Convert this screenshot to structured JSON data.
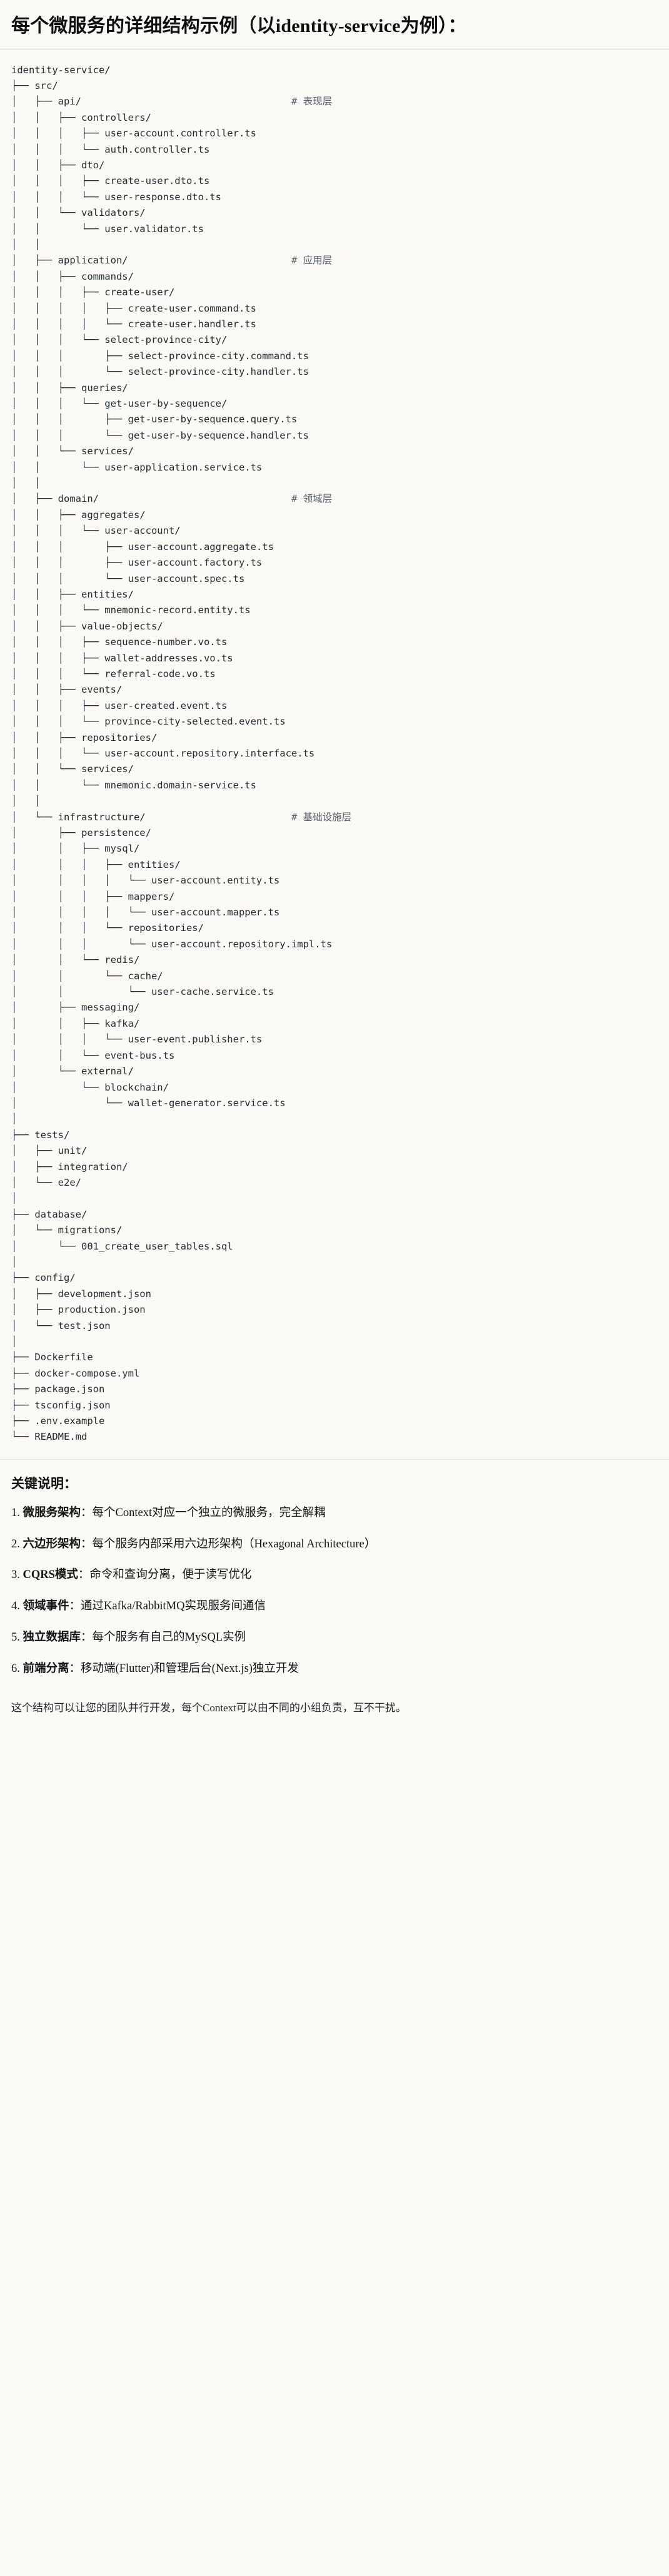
{
  "header": {
    "title": "每个微服务的详细结构示例（以identity-service为例）："
  },
  "tree": {
    "lines": [
      {
        "text": "identity-service/",
        "comment": ""
      },
      {
        "text": "├── src/",
        "comment": ""
      },
      {
        "text": "│   ├── api/",
        "comment": "# 表现层"
      },
      {
        "text": "│   │   ├── controllers/",
        "comment": ""
      },
      {
        "text": "│   │   │   ├── user-account.controller.ts",
        "comment": ""
      },
      {
        "text": "│   │   │   └── auth.controller.ts",
        "comment": ""
      },
      {
        "text": "│   │   ├── dto/",
        "comment": ""
      },
      {
        "text": "│   │   │   ├── create-user.dto.ts",
        "comment": ""
      },
      {
        "text": "│   │   │   └── user-response.dto.ts",
        "comment": ""
      },
      {
        "text": "│   │   └── validators/",
        "comment": ""
      },
      {
        "text": "│   │       └── user.validator.ts",
        "comment": ""
      },
      {
        "text": "│   │",
        "comment": ""
      },
      {
        "text": "│   ├── application/",
        "comment": "# 应用层"
      },
      {
        "text": "│   │   ├── commands/",
        "comment": ""
      },
      {
        "text": "│   │   │   ├── create-user/",
        "comment": ""
      },
      {
        "text": "│   │   │   │   ├── create-user.command.ts",
        "comment": ""
      },
      {
        "text": "│   │   │   │   └── create-user.handler.ts",
        "comment": ""
      },
      {
        "text": "│   │   │   └── select-province-city/",
        "comment": ""
      },
      {
        "text": "│   │   │       ├── select-province-city.command.ts",
        "comment": ""
      },
      {
        "text": "│   │   │       └── select-province-city.handler.ts",
        "comment": ""
      },
      {
        "text": "│   │   ├── queries/",
        "comment": ""
      },
      {
        "text": "│   │   │   └── get-user-by-sequence/",
        "comment": ""
      },
      {
        "text": "│   │   │       ├── get-user-by-sequence.query.ts",
        "comment": ""
      },
      {
        "text": "│   │   │       └── get-user-by-sequence.handler.ts",
        "comment": ""
      },
      {
        "text": "│   │   └── services/",
        "comment": ""
      },
      {
        "text": "│   │       └── user-application.service.ts",
        "comment": ""
      },
      {
        "text": "│   │",
        "comment": ""
      },
      {
        "text": "│   ├── domain/",
        "comment": "# 领域层"
      },
      {
        "text": "│   │   ├── aggregates/",
        "comment": ""
      },
      {
        "text": "│   │   │   └── user-account/",
        "comment": ""
      },
      {
        "text": "│   │   │       ├── user-account.aggregate.ts",
        "comment": ""
      },
      {
        "text": "│   │   │       ├── user-account.factory.ts",
        "comment": ""
      },
      {
        "text": "│   │   │       └── user-account.spec.ts",
        "comment": ""
      },
      {
        "text": "│   │   ├── entities/",
        "comment": ""
      },
      {
        "text": "│   │   │   └── mnemonic-record.entity.ts",
        "comment": ""
      },
      {
        "text": "│   │   ├── value-objects/",
        "comment": ""
      },
      {
        "text": "│   │   │   ├── sequence-number.vo.ts",
        "comment": ""
      },
      {
        "text": "│   │   │   ├── wallet-addresses.vo.ts",
        "comment": ""
      },
      {
        "text": "│   │   │   └── referral-code.vo.ts",
        "comment": ""
      },
      {
        "text": "│   │   ├── events/",
        "comment": ""
      },
      {
        "text": "│   │   │   ├── user-created.event.ts",
        "comment": ""
      },
      {
        "text": "│   │   │   └── province-city-selected.event.ts",
        "comment": ""
      },
      {
        "text": "│   │   ├── repositories/",
        "comment": ""
      },
      {
        "text": "│   │   │   └── user-account.repository.interface.ts",
        "comment": ""
      },
      {
        "text": "│   │   └── services/",
        "comment": ""
      },
      {
        "text": "│   │       └── mnemonic.domain-service.ts",
        "comment": ""
      },
      {
        "text": "│   │",
        "comment": ""
      },
      {
        "text": "│   └── infrastructure/",
        "comment": "# 基础设施层"
      },
      {
        "text": "│       ├── persistence/",
        "comment": ""
      },
      {
        "text": "│       │   ├── mysql/",
        "comment": ""
      },
      {
        "text": "│       │   │   ├── entities/",
        "comment": ""
      },
      {
        "text": "│       │   │   │   └── user-account.entity.ts",
        "comment": ""
      },
      {
        "text": "│       │   │   ├── mappers/",
        "comment": ""
      },
      {
        "text": "│       │   │   │   └── user-account.mapper.ts",
        "comment": ""
      },
      {
        "text": "│       │   │   └── repositories/",
        "comment": ""
      },
      {
        "text": "│       │   │       └── user-account.repository.impl.ts",
        "comment": ""
      },
      {
        "text": "│       │   └── redis/",
        "comment": ""
      },
      {
        "text": "│       │       └── cache/",
        "comment": ""
      },
      {
        "text": "│       │           └── user-cache.service.ts",
        "comment": ""
      },
      {
        "text": "│       ├── messaging/",
        "comment": ""
      },
      {
        "text": "│       │   ├── kafka/",
        "comment": ""
      },
      {
        "text": "│       │   │   └── user-event.publisher.ts",
        "comment": ""
      },
      {
        "text": "│       │   └── event-bus.ts",
        "comment": ""
      },
      {
        "text": "│       └── external/",
        "comment": ""
      },
      {
        "text": "│           └── blockchain/",
        "comment": ""
      },
      {
        "text": "│               └── wallet-generator.service.ts",
        "comment": ""
      },
      {
        "text": "│",
        "comment": ""
      },
      {
        "text": "├── tests/",
        "comment": ""
      },
      {
        "text": "│   ├── unit/",
        "comment": ""
      },
      {
        "text": "│   ├── integration/",
        "comment": ""
      },
      {
        "text": "│   └── e2e/",
        "comment": ""
      },
      {
        "text": "│",
        "comment": ""
      },
      {
        "text": "├── database/",
        "comment": ""
      },
      {
        "text": "│   └── migrations/",
        "comment": ""
      },
      {
        "text": "│       └── 001_create_user_tables.sql",
        "comment": ""
      },
      {
        "text": "│",
        "comment": ""
      },
      {
        "text": "├── config/",
        "comment": ""
      },
      {
        "text": "│   ├── development.json",
        "comment": ""
      },
      {
        "text": "│   ├── production.json",
        "comment": ""
      },
      {
        "text": "│   └── test.json",
        "comment": ""
      },
      {
        "text": "│",
        "comment": ""
      },
      {
        "text": "├── Dockerfile",
        "comment": ""
      },
      {
        "text": "├── docker-compose.yml",
        "comment": ""
      },
      {
        "text": "├── package.json",
        "comment": ""
      },
      {
        "text": "├── tsconfig.json",
        "comment": ""
      },
      {
        "text": "├── .env.example",
        "comment": ""
      },
      {
        "text": "└── README.md",
        "comment": ""
      }
    ],
    "comment_column": 48
  },
  "notes": {
    "heading": "关键说明：",
    "items": [
      {
        "term": "微服务架构",
        "sep": "：",
        "desc": "每个Context对应一个独立的微服务，完全解耦"
      },
      {
        "term": "六边形架构",
        "sep": "：",
        "desc": "每个服务内部采用六边形架构（Hexagonal Architecture）"
      },
      {
        "term": "CQRS模式",
        "sep": "：",
        "desc": "命令和查询分离，便于读写优化"
      },
      {
        "term": "领域事件",
        "sep": "：",
        "desc": "通过Kafka/RabbitMQ实现服务间通信"
      },
      {
        "term": "独立数据库",
        "sep": "：",
        "desc": "每个服务有自己的MySQL实例"
      },
      {
        "term": "前端分离",
        "sep": "：",
        "desc": "移动端(Flutter)和管理后台(Next.js)独立开发"
      }
    ],
    "closing": "这个结构可以让您的团队并行开发，每个Context可以由不同的小组负责，互不干扰。"
  }
}
